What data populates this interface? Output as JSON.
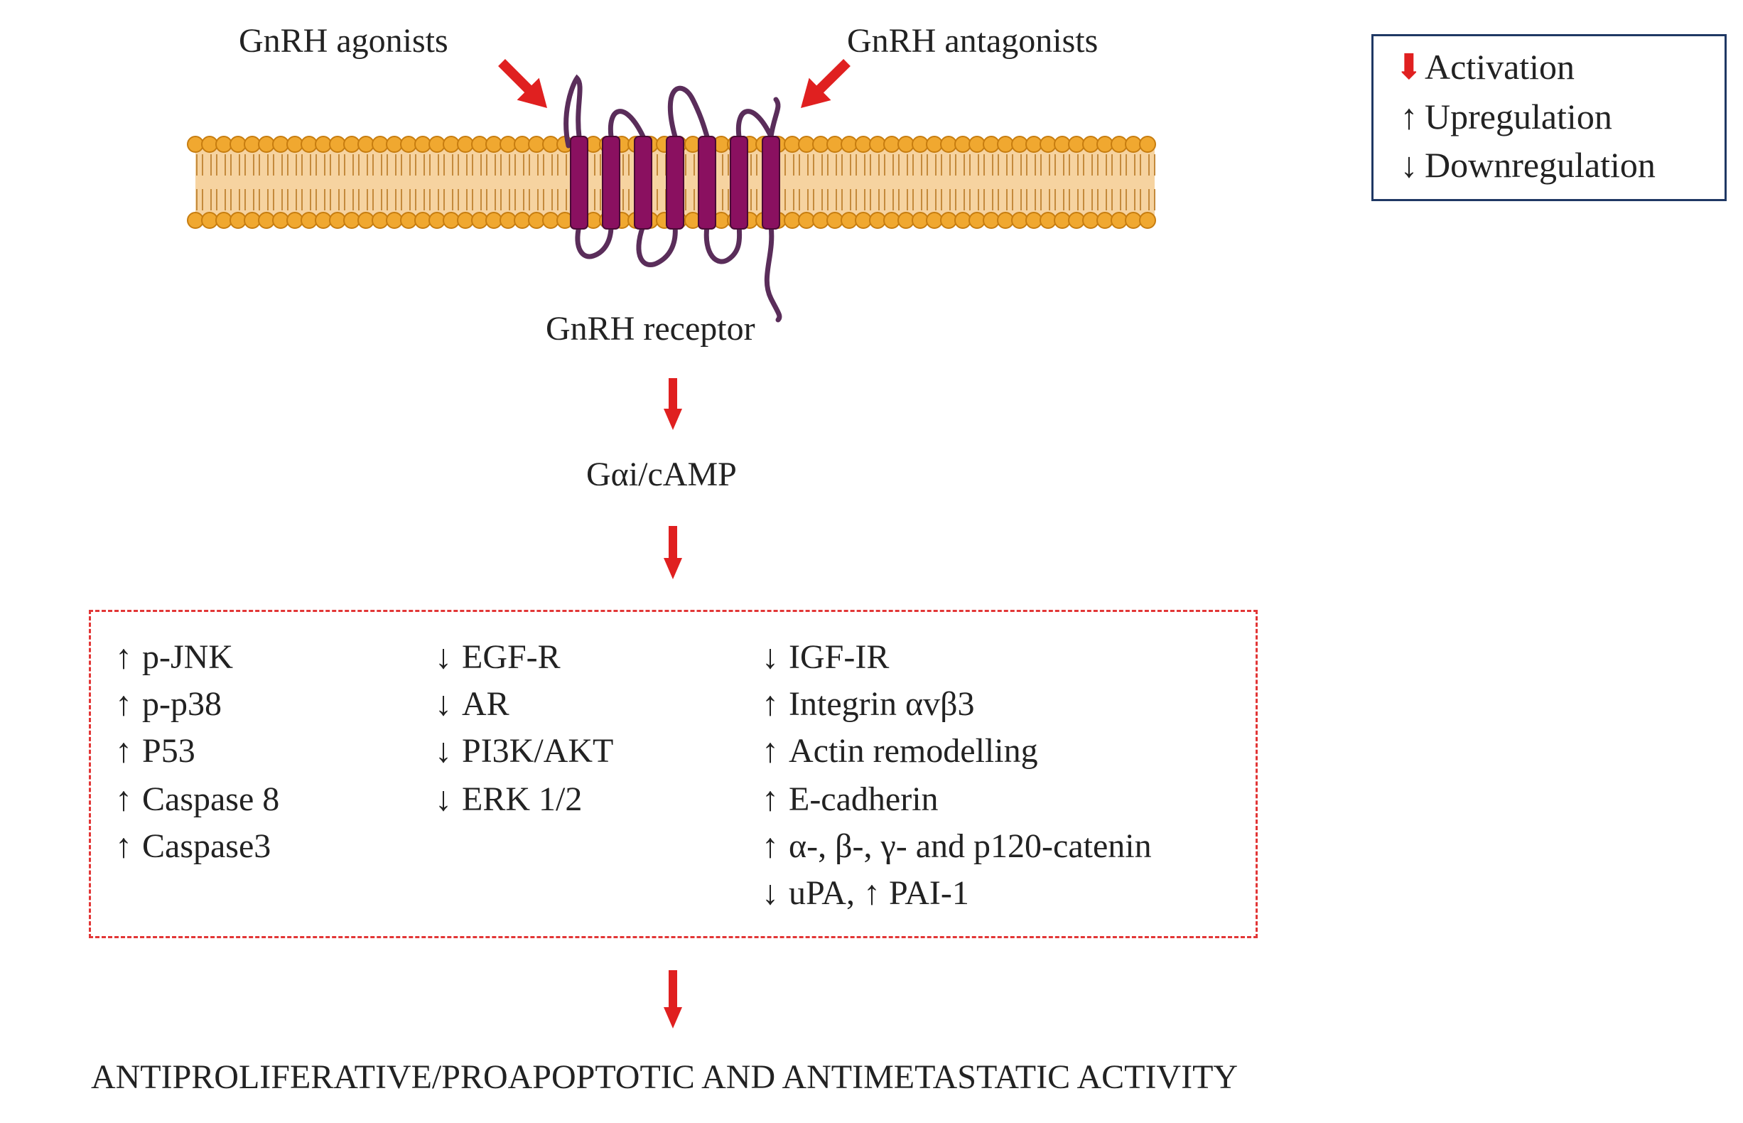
{
  "agonists_label": "GnRH agonists",
  "antagonists_label": "GnRH antagonists",
  "receptor_label": "GnRH receptor",
  "second_messenger_label": "Gαi/cAMP",
  "legend": {
    "items": [
      {
        "glyph": "⬇",
        "label": "Activation",
        "color": "#e02020"
      },
      {
        "glyph": "↑",
        "label": "Upregulation",
        "color": "#222222"
      },
      {
        "glyph": "↓",
        "label": "Downregulation",
        "color": "#222222"
      }
    ]
  },
  "effects": {
    "col1": [
      {
        "arrow": "↑",
        "text": "p-JNK"
      },
      {
        "arrow": "↑",
        "text": "p-p38"
      },
      {
        "arrow": "↑",
        "text": "P53"
      },
      {
        "arrow": "↑",
        "text": "Caspase 8"
      },
      {
        "arrow": "↑",
        "text": "Caspase3"
      }
    ],
    "col2": [
      {
        "arrow": "↓",
        "text": "EGF-R"
      },
      {
        "arrow": "↓",
        "text": "AR"
      },
      {
        "arrow": "↓",
        "text": "PI3K/AKT"
      },
      {
        "arrow": "↓",
        "text": "ERK 1/2"
      }
    ],
    "col3": [
      {
        "arrow": "↓",
        "text": "IGF-IR"
      },
      {
        "arrow": "↑",
        "text": "Integrin αvβ3"
      },
      {
        "arrow": "↑",
        "text": "Actin remodelling"
      },
      {
        "arrow": "↑",
        "text": "E-cadherin"
      },
      {
        "arrow": "↑",
        "text": "α-, β-, γ- and p120-catenin"
      },
      {
        "arrow": "↓",
        "text": "uPA, ↑ PAI-1"
      }
    ]
  },
  "outcome_label": "ANTIPROLIFERATIVE/PROAPOPTOTIC  AND ANTIMETASTATIC  ACTIVITY",
  "colors": {
    "activation_arrow": "#e02020",
    "membrane_head": "#f0a830",
    "membrane_tail": "#f6d3a0",
    "receptor_helix": "#8a1060",
    "receptor_loop": "#5a2d5a",
    "legend_border": "#1f3864",
    "dashed_border": "#e23636"
  }
}
